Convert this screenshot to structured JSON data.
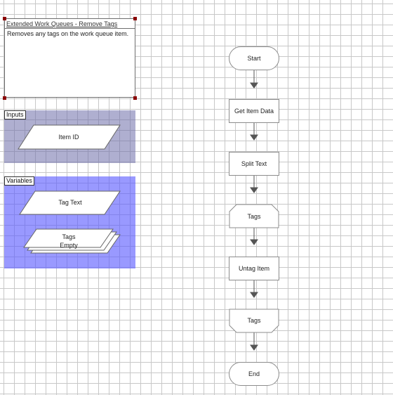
{
  "note": {
    "title": "Extended Work Queues - Remove Tags",
    "description": "Removes any tags on the work queue item."
  },
  "inputs": {
    "label": "Inputs",
    "items": [
      "Item ID"
    ]
  },
  "variables": {
    "label": "Variables",
    "tag_text": "Tag Text",
    "collection_name": "Tags",
    "collection_state": "Empty"
  },
  "flow": {
    "start": "Start",
    "get_item_data": "Get Item Data",
    "split_text": "Split Text",
    "loop_start": "Tags",
    "untag_item": "Untag Item",
    "loop_end": "Tags",
    "end": "End"
  },
  "colors": {
    "inputs_block": "#6e6eaa",
    "variables_block": "#5a5aff",
    "selection_handle": "#8b0000",
    "connector": "#555555"
  }
}
